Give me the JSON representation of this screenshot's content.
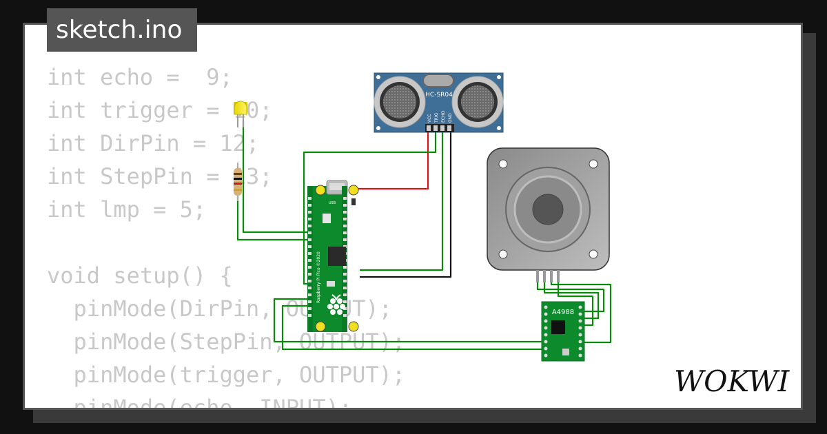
{
  "file_tab": {
    "name": "sketch.ino"
  },
  "code_lines": [
    "int echo =  9;",
    "int trigger = 10;",
    "int DirPin = 12;",
    "int StepPin = 13;",
    "int lmp = 5;",
    "",
    "void setup() {",
    "  pinMode(DirPin, OUTPUT);",
    "  pinMode(StepPin, OUTPUT);",
    "  pinMode(trigger, OUTPUT);",
    "  pinMode(echo, INPUT);"
  ],
  "components": {
    "ultrasonic": {
      "label": "HC-SR04",
      "pins": [
        "VCC",
        "TRIG",
        "ECHO",
        "GND"
      ]
    },
    "pico": {
      "board_text": "Raspberry Pi Pico ©2020",
      "usb_label": "USB"
    },
    "driver": {
      "label": "A4988"
    }
  },
  "brand": {
    "name": "WOKWI"
  },
  "colors": {
    "wire_green": "#0a8a0a",
    "wire_red": "#e11111",
    "wire_black": "#111111",
    "pcb_green": "#0d8a2c",
    "sensor_blue": "#3f6e96"
  }
}
